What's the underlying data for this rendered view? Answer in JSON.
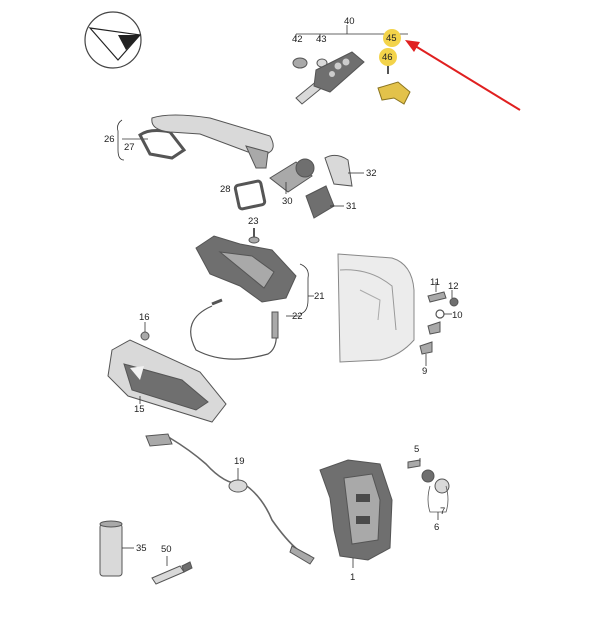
{
  "colors": {
    "background": "#ffffff",
    "highlight": "#f3d34a",
    "arrow": "#e02020",
    "label": "#222222"
  },
  "icons": {
    "logo": "diagram-orientation-logo-icon",
    "arrow": "red-pointer-arrow-icon"
  },
  "labels": {
    "p1": "1",
    "p5": "5",
    "p6": "6",
    "p7": "7",
    "p9": "9",
    "p10": "10",
    "p11": "11",
    "p12": "12",
    "p15": "15",
    "p16": "16",
    "p19": "19",
    "p21": "21",
    "p22": "22",
    "p23": "23",
    "p26": "26",
    "p27": "27",
    "p28": "28",
    "p30": "30",
    "p31": "31",
    "p32": "32",
    "p35": "35",
    "p40": "40",
    "p42": "42",
    "p43": "43",
    "p45": "45",
    "p46": "46",
    "p50": "50"
  }
}
